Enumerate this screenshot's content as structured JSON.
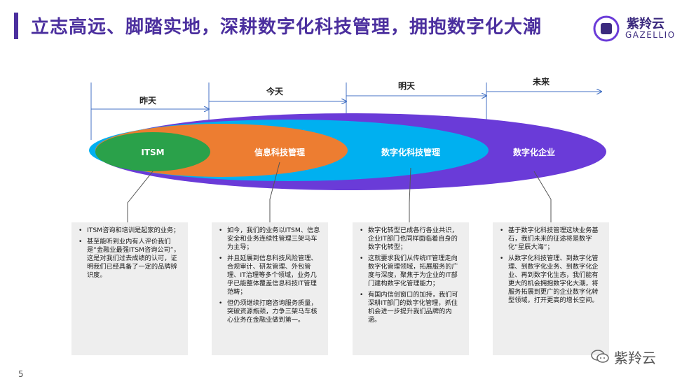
{
  "title": "立志高远、脚踏实地，深耕数字化科技管理，拥抱数字化大潮",
  "logo": {
    "cn": "紫羚云",
    "en": "GAZELLIO"
  },
  "timeline": [
    "昨天",
    "今天",
    "明天",
    "未来"
  ],
  "ellipses": [
    "ITSM",
    "信息科技管理",
    "数字化科技管理",
    "数字化企业"
  ],
  "colors": {
    "title": "#4b2f9e",
    "itsm": "#2aa14a",
    "info": "#ed7d31",
    "digital_mgmt": "#00b0f0",
    "digital_ent": "#6a3bd8",
    "box_bg": "#eeeeee"
  },
  "boxes": [
    {
      "items": [
        "ITSM咨询和培训是起家的业务；",
        "甚至能听到业内有人评价我们是“金融业最强ITSM咨询公司”，这是对我们过去成绩的认可，证明我们已经具备了一定的品牌辨识度。"
      ]
    },
    {
      "items": [
        "如今，我们的业务以ITSM、信息安全和业务连续性管理三架马车为主导；",
        "并且延展到信息科技风险管理、合规审计、研发管理、外包管理、IT治理等多个领域，业务几乎已能整体覆盖信息科技IT管理范畴；",
        "但仍须继续打磨咨询服务质量，突破资源瓶颈，力争三架马车核心业务在金融业做到第一。"
      ]
    },
    {
      "items": [
        "数字化转型已成各行各业共识，企业IT部门也同样面临着自身的数字化转型；",
        "这就要求我们从传统IT管理走向数字化管理领域，拓展服务的广度与深度，聚焦于为企业的IT部门建构数字化管理能力；",
        "有国内信创窗口的加持，我们可深耕IT部门的数字化管理，抓住机会进一步提升我们品牌的内涵。"
      ]
    },
    {
      "items": [
        "基于数字化科技管理这块业务基石，我们未来的征途将是数字化“星辰大海”；",
        "从数字化科技管理、到数字化管理、到数字化业务、到数字化企业、再到数字化生态，我们能有更大的机会拥抱数字化大潮，将服务拓展到更广的企业数字化转型领域，打开更高的增长空间。"
      ]
    }
  ],
  "page_number": "5",
  "watermark": "紫羚云"
}
